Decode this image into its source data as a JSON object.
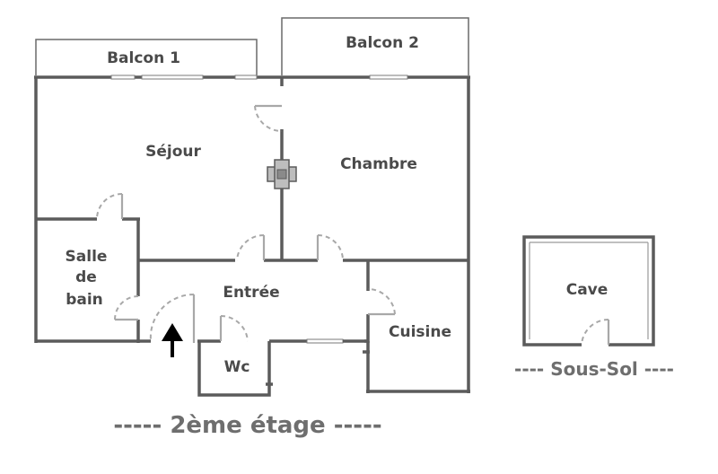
{
  "rooms": {
    "balcon1": "Balcon 1",
    "balcon2": "Balcon 2",
    "sejour": "Séjour",
    "chambre": "Chambre",
    "salle_de_bain": [
      "Salle",
      "de",
      "bain"
    ],
    "entree": "Entrée",
    "cuisine": "Cuisine",
    "wc": "Wc",
    "cave": "Cave"
  },
  "levels": {
    "floor": "----- 2ème étage -----",
    "basement": "---- Sous-Sol ----"
  },
  "icons": {
    "entrance": "entrance-arrow-icon",
    "heating": "heating-duct-icon"
  },
  "colors": {
    "wall": "#5b5b5b",
    "door": "#a8a8a8",
    "label": "#4a4a4a",
    "level_label": "#6e6e6e"
  }
}
